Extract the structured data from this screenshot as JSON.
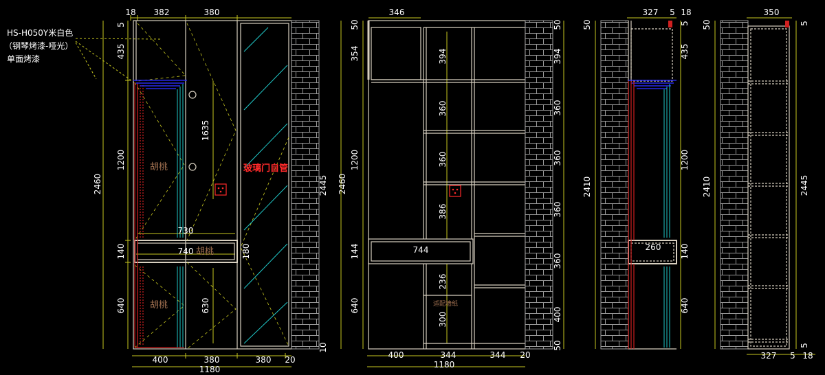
{
  "colors": {
    "background": "#000000",
    "dimension_line": "#c8c820",
    "cabinet_outline": "#d8d0c0",
    "wall": "#a0a0a0",
    "walnut_red": "#d02020",
    "cyan_panel": "#20c8c8",
    "blue_top": "#2020e0",
    "text": "#ffffff",
    "material_text": "#a07050",
    "glass_text": "#ff2a2a"
  },
  "note": {
    "line1": "HS-H050Y米白色",
    "line2": "（钢琴烤漆-哑光）",
    "line3": "单面烤漆"
  },
  "view1": {
    "top_dims": [
      "18",
      "382",
      "380"
    ],
    "left_dims": [
      "5",
      "435",
      "1200",
      "140",
      "640"
    ],
    "overall_height": "2460",
    "inner_dims": [
      "1635",
      "730",
      "740",
      "180",
      "630"
    ],
    "right_dims": [
      "2445",
      "10"
    ],
    "bottom_dims": [
      "400",
      "380",
      "380",
      "20"
    ],
    "overall_width": "1180",
    "material_upper": "胡桃",
    "material_drawer": "胡桃",
    "material_lower": "胡桃",
    "glass_door": "玻璃门自管"
  },
  "view2": {
    "top_dims": [
      "346"
    ],
    "left_dims": [
      "50",
      "354",
      "1200",
      "144",
      "640"
    ],
    "overall_height": "2460",
    "shelf_dims": [
      "394",
      "360",
      "360",
      "386",
      "236",
      "300"
    ],
    "drawer_width": "744",
    "right_dims": [
      "50",
      "394",
      "360",
      "360",
      "360",
      "360",
      "400",
      "50"
    ],
    "bottom_dims": [
      "400",
      "344",
      "344",
      "20"
    ],
    "overall_width": "1180",
    "small_label": "适配墙纸"
  },
  "view3": {
    "top_dims": [
      "327",
      "5",
      "18"
    ],
    "left_dims": [
      "50"
    ],
    "overall_height": "2410",
    "right_dims": [
      "5",
      "435",
      "1200",
      "140",
      "640"
    ],
    "drawer_width": "260"
  },
  "view4": {
    "top_dims": [
      "350"
    ],
    "left_dims": [
      "50"
    ],
    "overall_height": "2410",
    "right_dims": [
      "5",
      "2445",
      "5"
    ],
    "bottom_dims": [
      "327",
      "5",
      "18"
    ]
  }
}
